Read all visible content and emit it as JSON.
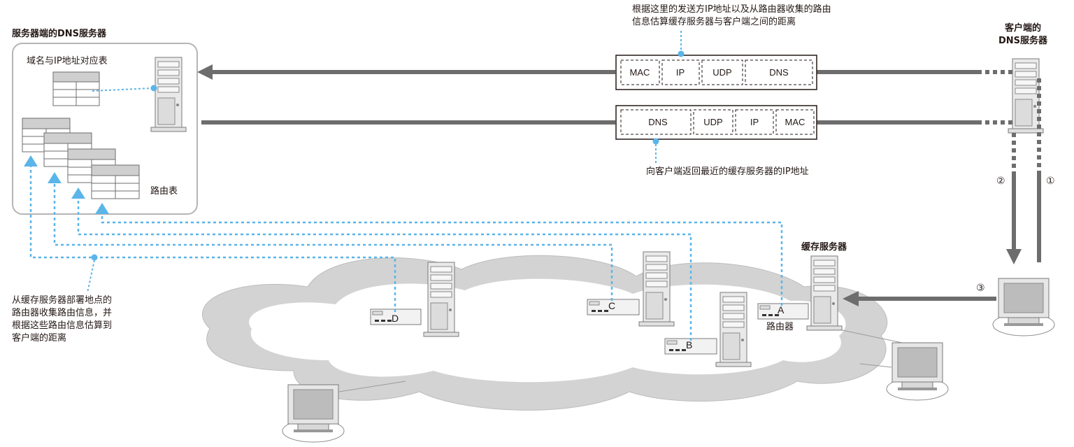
{
  "titles": {
    "auth_dns": "服务器端的DNS服务器",
    "client_dns_line1": "客户端的",
    "client_dns_line2": "DNS服务器",
    "cache_server": "缓存服务器"
  },
  "labels": {
    "domain_table": "域名与IP地址对应表",
    "route_table": "路由表",
    "router": "路由器"
  },
  "notes": {
    "top_line1": "根据这里的发送方IP地址以及从路由器收集的路由",
    "top_line2": "信息估算缓存服务器与客户端之间的距离",
    "bottom": "向客户端返回最近的缓存服务器的IP地址",
    "left_line1": "从缓存服务器部署地点的",
    "left_line2": "路由器收集路由信息，并",
    "left_line3": "根据这些路由信息估算到",
    "left_line4": "客户端的距离"
  },
  "packets": {
    "request": [
      "MAC",
      "IP",
      "UDP",
      "DNS"
    ],
    "response": [
      "DNS",
      "UDP",
      "IP",
      "MAC"
    ]
  },
  "steps": [
    "①",
    "②",
    "③"
  ],
  "routers": [
    "A",
    "B",
    "C",
    "D"
  ],
  "colors": {
    "arrow": "#6d6d6d",
    "dotted_blue": "#5bb5e8",
    "cloud": "#d3d3d3",
    "text": "#231815"
  }
}
